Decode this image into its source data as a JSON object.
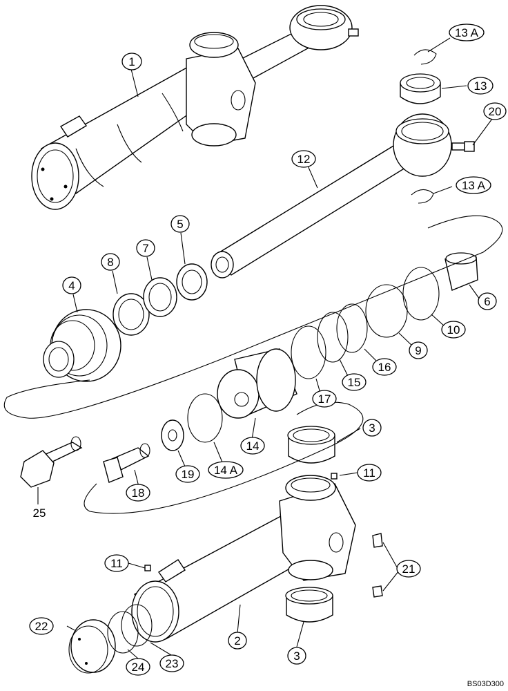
{
  "diagram": {
    "reference_code": "BS03D300",
    "callouts": [
      {
        "id": "c1",
        "text": "1"
      },
      {
        "id": "c13a_top",
        "text": "13 A"
      },
      {
        "id": "c13",
        "text": "13"
      },
      {
        "id": "c20",
        "text": "20"
      },
      {
        "id": "c12",
        "text": "12"
      },
      {
        "id": "c13a_bot",
        "text": "13 A"
      },
      {
        "id": "c5",
        "text": "5"
      },
      {
        "id": "c7",
        "text": "7"
      },
      {
        "id": "c8",
        "text": "8"
      },
      {
        "id": "c4",
        "text": "4"
      },
      {
        "id": "c6",
        "text": "6"
      },
      {
        "id": "c10",
        "text": "10"
      },
      {
        "id": "c9",
        "text": "9"
      },
      {
        "id": "c16",
        "text": "16"
      },
      {
        "id": "c15",
        "text": "15"
      },
      {
        "id": "c17",
        "text": "17"
      },
      {
        "id": "c14",
        "text": "14"
      },
      {
        "id": "c14a",
        "text": "14 A"
      },
      {
        "id": "c19",
        "text": "19"
      },
      {
        "id": "c18",
        "text": "18"
      },
      {
        "id": "c3_top",
        "text": "3"
      },
      {
        "id": "c11_top",
        "text": "11"
      },
      {
        "id": "c21",
        "text": "21"
      },
      {
        "id": "c11_bot",
        "text": "11"
      },
      {
        "id": "c2",
        "text": "2"
      },
      {
        "id": "c22",
        "text": "22"
      },
      {
        "id": "c24",
        "text": "24"
      },
      {
        "id": "c23",
        "text": "23"
      },
      {
        "id": "c3_bot",
        "text": "3"
      }
    ],
    "plain_labels": [
      {
        "id": "p25",
        "text": "25"
      }
    ]
  }
}
